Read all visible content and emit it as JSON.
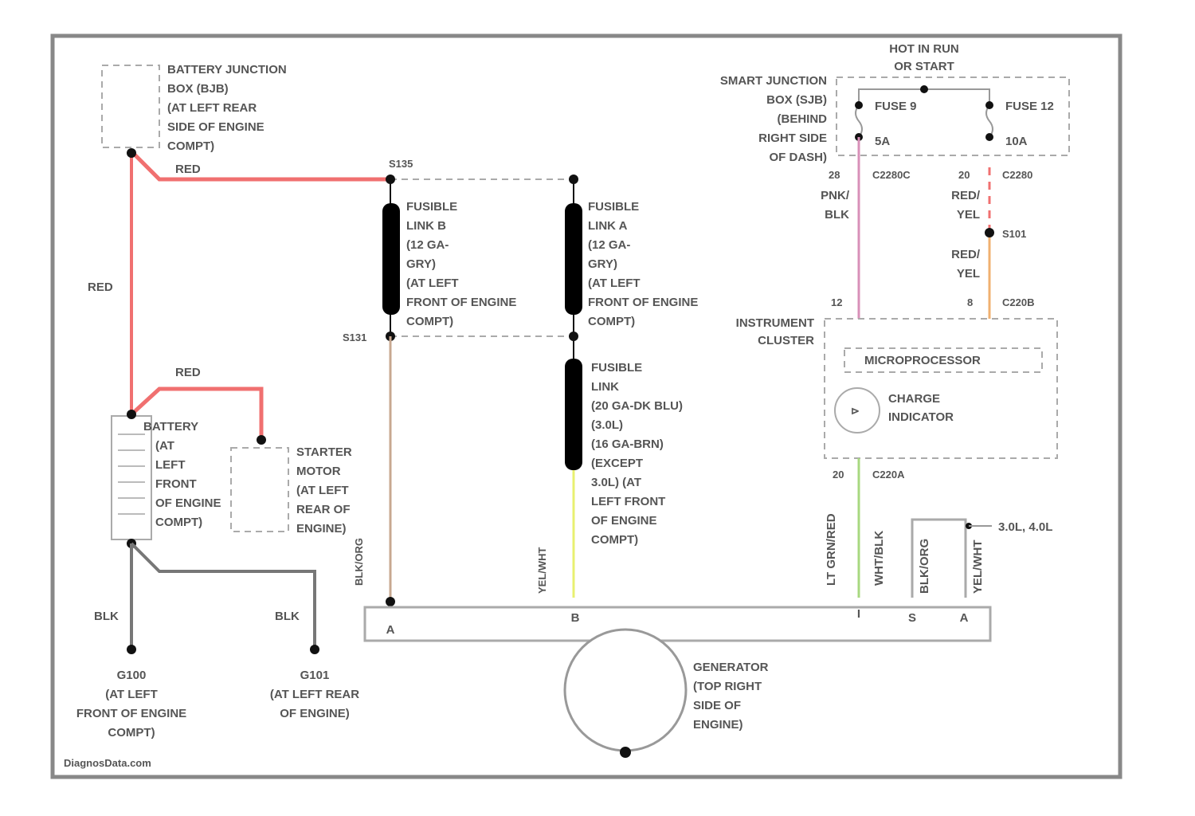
{
  "bjb": [
    "BATTERY JUNCTION",
    "BOX (BJB)",
    "(AT LEFT REAR",
    "SIDE OF ENGINE",
    "COMPT)"
  ],
  "wire_red": "RED",
  "s135": "S135",
  "s131": "S131",
  "fl_b": [
    "FUSIBLE",
    "LINK B",
    "(12 GA-",
    "GRY)",
    "(AT LEFT",
    "FRONT OF ENGINE",
    "COMPT)"
  ],
  "fl_a": [
    "FUSIBLE",
    "LINK A",
    "(12 GA-",
    "GRY)",
    "(AT LEFT",
    "FRONT OF ENGINE",
    "COMPT)"
  ],
  "fl_c": [
    "FUSIBLE",
    "LINK",
    "(20 GA-DK BLU)",
    "(3.0L)",
    "(16 GA-BRN)",
    "(EXCEPT",
    "3.0L) (AT",
    "LEFT FRONT",
    "OF ENGINE",
    "COMPT)"
  ],
  "battery": [
    "BATTERY",
    "(AT",
    "LEFT",
    "FRONT",
    "OF ENGINE",
    "COMPT)"
  ],
  "starter": [
    "STARTER",
    "MOTOR",
    "(AT LEFT",
    "REAR OF",
    "ENGINE)"
  ],
  "wire_blk": "BLK",
  "g100": [
    "G100",
    "(AT LEFT",
    "FRONT OF ENGINE",
    "COMPT)"
  ],
  "g101": [
    "G101",
    "(AT LEFT REAR",
    "OF ENGINE)"
  ],
  "watermark": "DiagnosData.com",
  "generator": [
    "GENERATOR",
    "(TOP RIGHT",
    "SIDE OF",
    "ENGINE)"
  ],
  "hot": [
    "HOT IN RUN",
    "OR START"
  ],
  "sjb": [
    "SMART JUNCTION",
    "BOX (SJB)",
    "(BEHIND",
    "RIGHT SIDE",
    "OF DASH)"
  ],
  "fuse9": [
    "FUSE 9",
    "5A"
  ],
  "fuse12": [
    "FUSE 12",
    "10A"
  ],
  "c1": [
    "28",
    "C2280C"
  ],
  "c2": [
    "20",
    "C2280"
  ],
  "pnk_blk": [
    "PNK/",
    "BLK"
  ],
  "red_yel1": [
    "RED/",
    "YEL"
  ],
  "s101": "S101",
  "red_yel2": [
    "RED/",
    "YEL"
  ],
  "c3": [
    "12",
    "8",
    "C220B"
  ],
  "cluster": [
    "INSTRUMENT",
    "CLUSTER"
  ],
  "micro": "MICROPROCESSOR",
  "charge": [
    "CHARGE",
    "INDICATOR"
  ],
  "c4": [
    "20",
    "C220A"
  ],
  "engines": "3.0L, 4.0L",
  "vwires": [
    "BLK/ORG",
    "YEL/WHT",
    "LT GRN/RED",
    "WHT/BLK",
    "BLK/ORG",
    "YEL/WHT"
  ],
  "pins": [
    "A",
    "B",
    "I",
    "S",
    "A"
  ],
  "colors": {
    "red": "#f07070",
    "pink": "#d890b8",
    "orange": "#f0b070",
    "green": "#a8d880",
    "yellow": "#e8f070",
    "tan": "#c8a890",
    "gray": "#777777"
  }
}
